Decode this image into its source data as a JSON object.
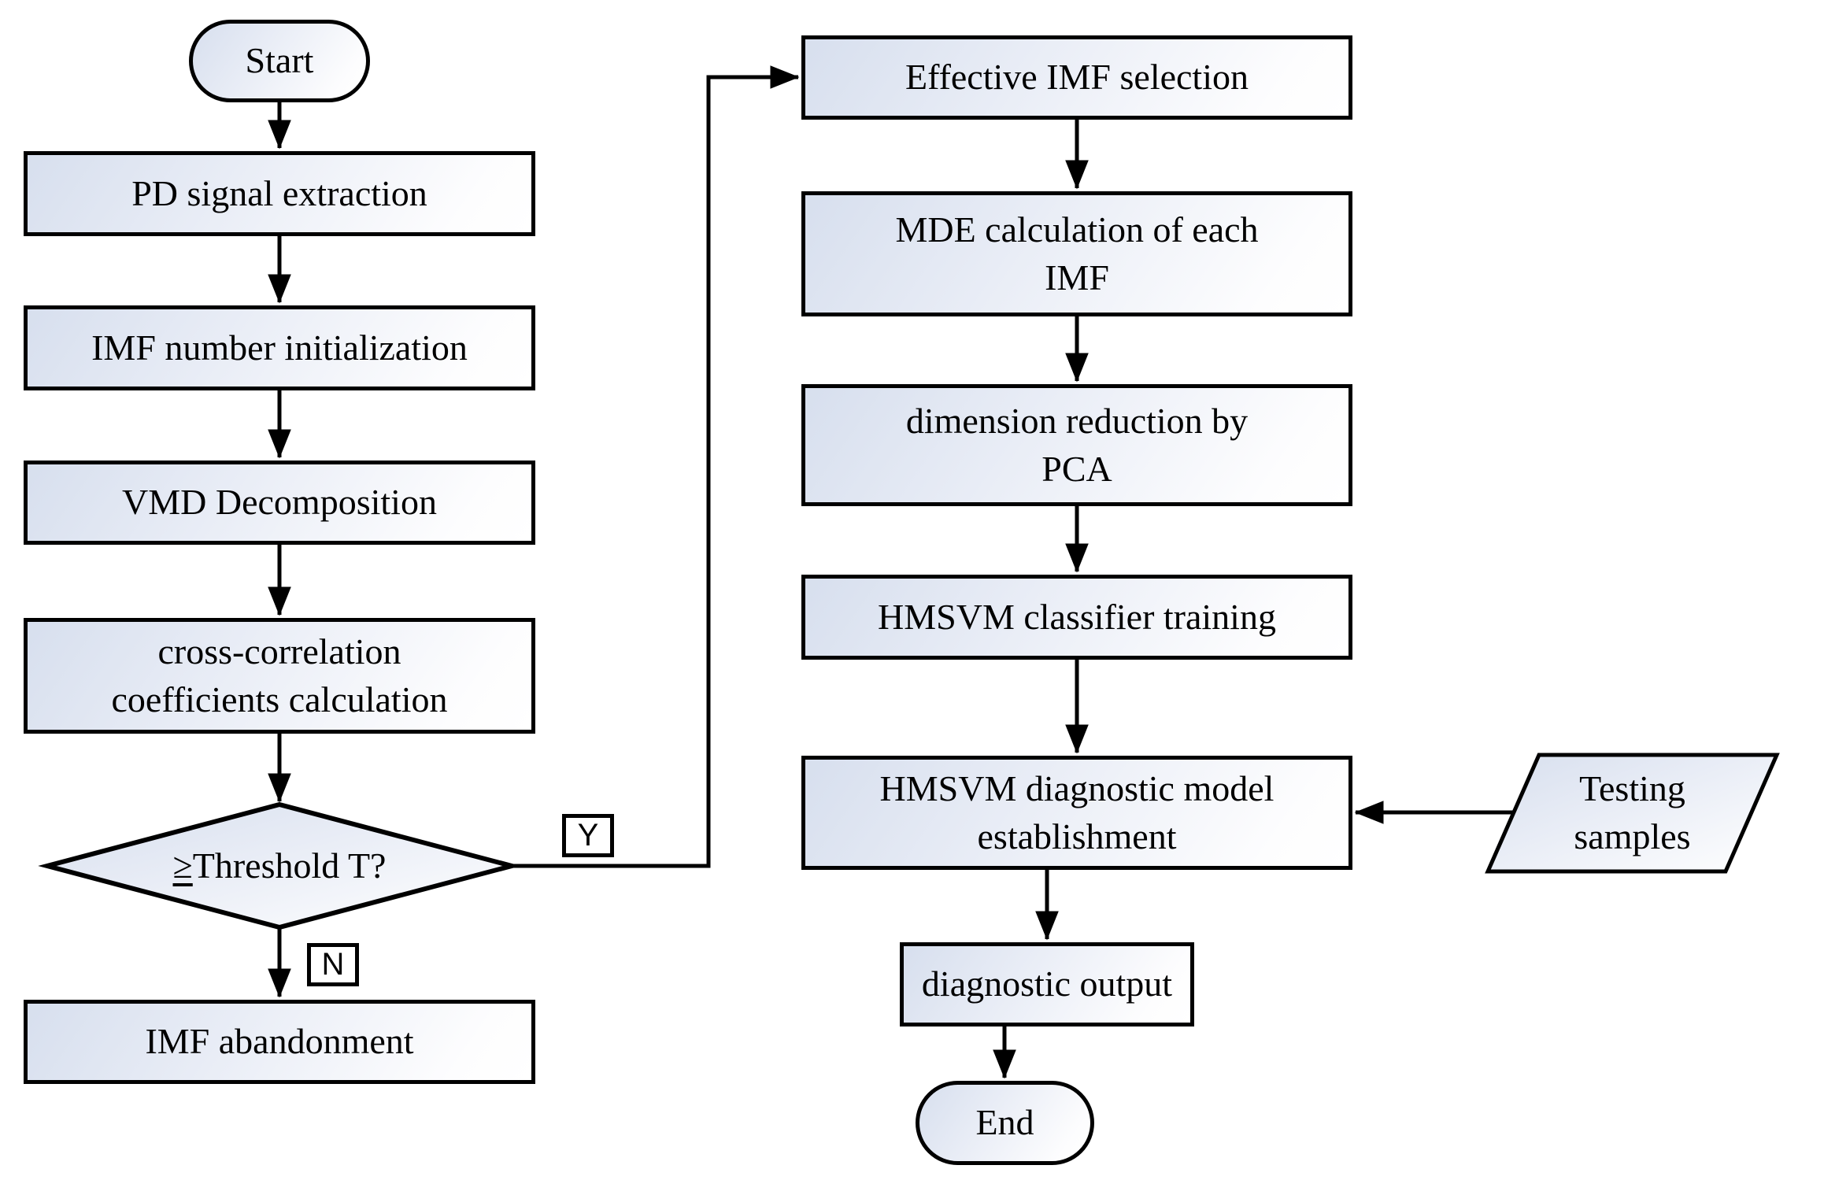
{
  "diagram": {
    "type": "flowchart",
    "colors": {
      "line": "#000000",
      "shape_border": "#000000",
      "shape_fill_start": "#d7dfee",
      "shape_fill_end": "#ffffff",
      "background": "#ffffff"
    },
    "nodes": {
      "start": {
        "type": "terminator",
        "label": "Start"
      },
      "pd": {
        "type": "process",
        "label": "PD signal extraction"
      },
      "imf_init": {
        "type": "process",
        "label": "IMF number initialization"
      },
      "vmd": {
        "type": "process",
        "label": "VMD Decomposition"
      },
      "cross": {
        "type": "process",
        "label": "cross-correlation coefficients calculation",
        "lines": [
          "cross-correlation",
          "coefficients calculation"
        ]
      },
      "threshold": {
        "type": "decision",
        "symbol": "≥",
        "text": "Threshold T?",
        "label": "≥Threshold T?"
      },
      "abandon": {
        "type": "process",
        "label": "IMF abandonment"
      },
      "effective": {
        "type": "process",
        "label": "Effective IMF selection"
      },
      "mde": {
        "type": "process",
        "label": "MDE calculation of each IMF",
        "lines": [
          "MDE calculation of each",
          "IMF"
        ]
      },
      "pca": {
        "type": "process",
        "label": "dimension reduction by PCA",
        "lines": [
          "dimension reduction by",
          "PCA"
        ]
      },
      "training": {
        "type": "process",
        "label": "HMSVM classifier training"
      },
      "establish": {
        "type": "process",
        "label": "HMSVM diagnostic model establishment",
        "lines": [
          "HMSVM diagnostic model",
          "establishment"
        ]
      },
      "output": {
        "type": "process",
        "label": "diagnostic output"
      },
      "testing": {
        "type": "data",
        "label": "Testing samples",
        "lines": [
          "Testing",
          "samples"
        ]
      },
      "end": {
        "type": "terminator",
        "label": "End"
      }
    },
    "branch_labels": {
      "yes": "Y",
      "no": "N"
    },
    "edges": [
      {
        "from": "Start",
        "to": "PD signal extraction"
      },
      {
        "from": "PD signal extraction",
        "to": "IMF number initialization"
      },
      {
        "from": "IMF number initialization",
        "to": "VMD Decomposition"
      },
      {
        "from": "VMD Decomposition",
        "to": "cross-correlation coefficients calculation"
      },
      {
        "from": "cross-correlation coefficients calculation",
        "to": "≥Threshold T?"
      },
      {
        "from": "≥Threshold T?",
        "to": "Effective IMF selection",
        "label": "Y"
      },
      {
        "from": "≥Threshold T?",
        "to": "IMF abandonment",
        "label": "N"
      },
      {
        "from": "Effective IMF selection",
        "to": "MDE calculation of each IMF"
      },
      {
        "from": "MDE calculation of each IMF",
        "to": "dimension reduction by PCA"
      },
      {
        "from": "dimension reduction by PCA",
        "to": "HMSVM classifier training"
      },
      {
        "from": "HMSVM classifier training",
        "to": "HMSVM diagnostic model establishment"
      },
      {
        "from": "Testing samples",
        "to": "HMSVM diagnostic model establishment"
      },
      {
        "from": "HMSVM diagnostic model establishment",
        "to": "diagnostic output"
      },
      {
        "from": "diagnostic output",
        "to": "End"
      }
    ]
  }
}
